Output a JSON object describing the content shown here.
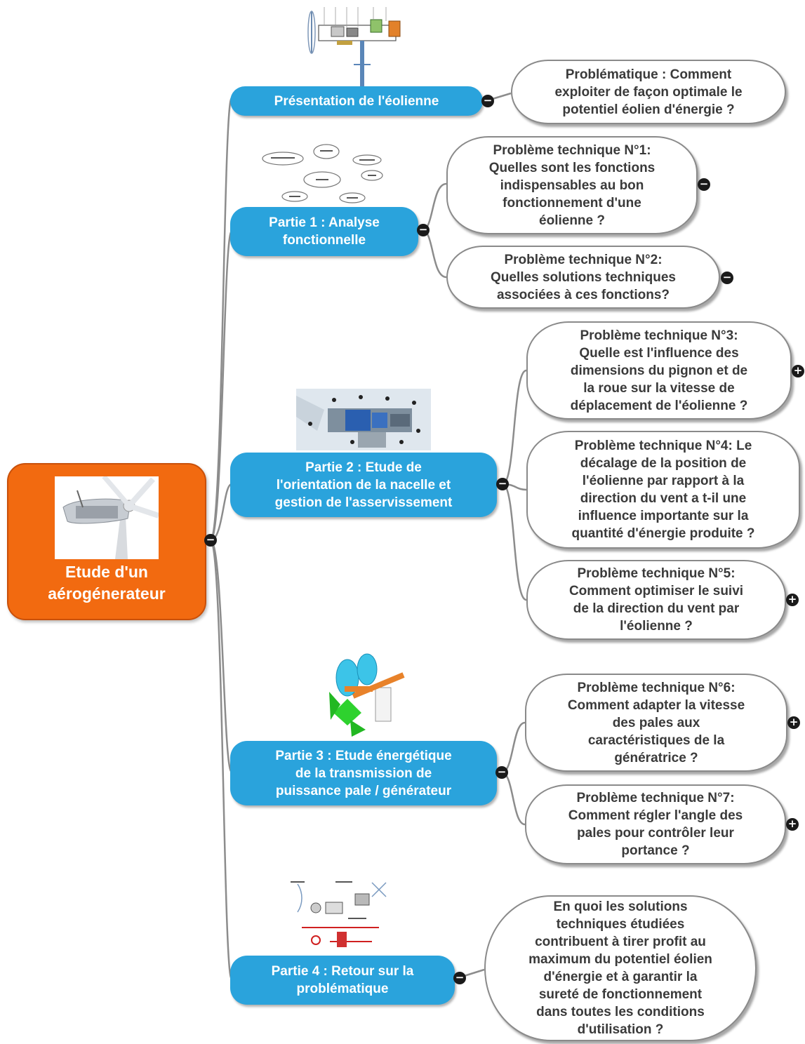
{
  "root": {
    "title": "Etude d'un\naérogénerateur"
  },
  "branches": [
    {
      "label": "Présentation de l'éolienne"
    },
    {
      "label": "Partie 1 : Analyse\nfonctionnelle"
    },
    {
      "label": "Partie 2 : Etude de\nl'orientation de la nacelle et\ngestion de l'asservissement"
    },
    {
      "label": "Partie 3 : Etude énergétique\nde la transmission de\npuissance pale / générateur"
    },
    {
      "label": "Partie 4 : Retour sur la\nproblématique"
    }
  ],
  "leaves": [
    {
      "text": "Problématique : Comment\nexploiter de façon optimale le\npotentiel éolien d'énergie ?"
    },
    {
      "text": "Problème technique N°1:\nQuelles sont les fonctions\nindispensables au bon\nfonctionnement d'une\néolienne ?"
    },
    {
      "text": "Problème technique N°2:\nQuelles solutions techniques\nassociées à ces fonctions?"
    },
    {
      "text": "Problème technique N°3:\nQuelle est l'influence des\ndimensions du pignon et de\nla roue sur la vitesse de\ndéplacement de l'éolienne ?"
    },
    {
      "text": "Problème technique N°4: Le\ndécalage de la position de\nl'éolienne par rapport à la\ndirection du vent a t-il une\ninfluence importante sur la\nquantité d'énergie produite ?"
    },
    {
      "text": "Problème technique N°5:\nComment optimiser le suivi\nde la direction du vent par\nl'éolienne ?"
    },
    {
      "text": "Problème technique N°6:\nComment adapter la vitesse\ndes pales aux\ncaractéristiques de la\ngénératrice ?"
    },
    {
      "text": "Problème technique N°7:\nComment régler l'angle des\npales pour contrôler leur\nportance ?"
    },
    {
      "text": "En quoi les solutions\ntechniques étudiées\ncontribuent à tirer profit au\nmaximum du potentiel éolien\nd'énergie et à garantir la\nsureté de fonctionnement\ndans toutes les conditions\nd'utilisation ?"
    }
  ],
  "toggles": {
    "collapse": "−",
    "expand": "+"
  },
  "colors": {
    "root": "#f26a10",
    "branch": "#2aa3dc",
    "leaf_border": "#8a8a8a"
  }
}
